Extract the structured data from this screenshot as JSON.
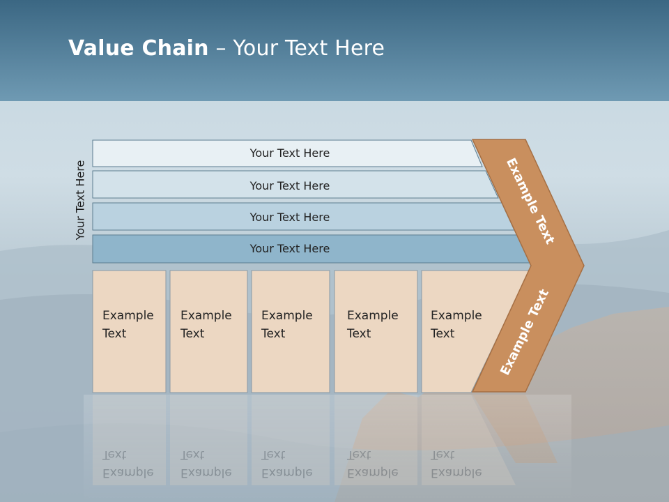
{
  "title": {
    "bold": "Value Chain",
    "rest": " – Your Text Here"
  },
  "side_label": "Your Text Here",
  "support_rows": [
    "Your Text Here",
    "Your Text Here",
    "Your Text Here",
    "Your Text Here"
  ],
  "primary_boxes": [
    [
      "Example",
      "Text"
    ],
    [
      "Example",
      "Text"
    ],
    [
      "Example",
      "Text"
    ],
    [
      "Example",
      "Text"
    ],
    [
      "Example",
      "Text"
    ]
  ],
  "chevron": {
    "top_label": "Example Text",
    "bottom_label": "Example Text"
  },
  "colors": {
    "header": "#4d7e9b",
    "row1": "#e8f0f4",
    "row2": "#d3e2ea",
    "row3": "#bad2e0",
    "row4": "#8fb5cb",
    "box": "#ecd7c2",
    "chevron": "#c98f5e"
  }
}
